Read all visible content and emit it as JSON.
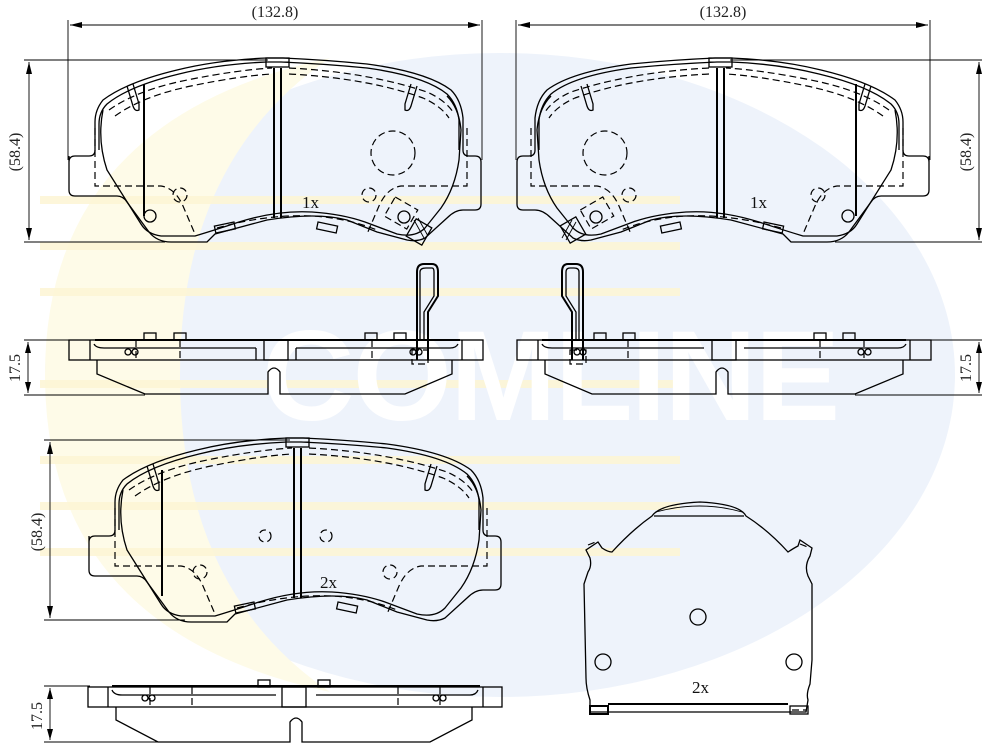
{
  "watermark": {
    "brand": "COMLINE",
    "colors": {
      "ellipse": "#EEF3FB",
      "crescent": "#FEFBE8",
      "stripe": "#E6EDF8",
      "text": "#FFFFFF"
    }
  },
  "views": {
    "top_left_pad": {
      "width_dim": "(132.8)",
      "height_dim": "(58.4)",
      "quantity": "1x",
      "has_wear_sensor": true
    },
    "top_right_pad": {
      "width_dim": "(132.8)",
      "height_dim": "(58.4)",
      "quantity": "1x",
      "has_wear_sensor": true
    },
    "side_left": {
      "thickness_dim": "17.5"
    },
    "side_right": {
      "thickness_dim": "17.5"
    },
    "bottom_pad": {
      "height_dim": "(58.4)",
      "quantity": "2x"
    },
    "bottom_side": {
      "thickness_dim": "17.5"
    },
    "shim": {
      "quantity": "2x"
    }
  },
  "line_color": "#000000"
}
